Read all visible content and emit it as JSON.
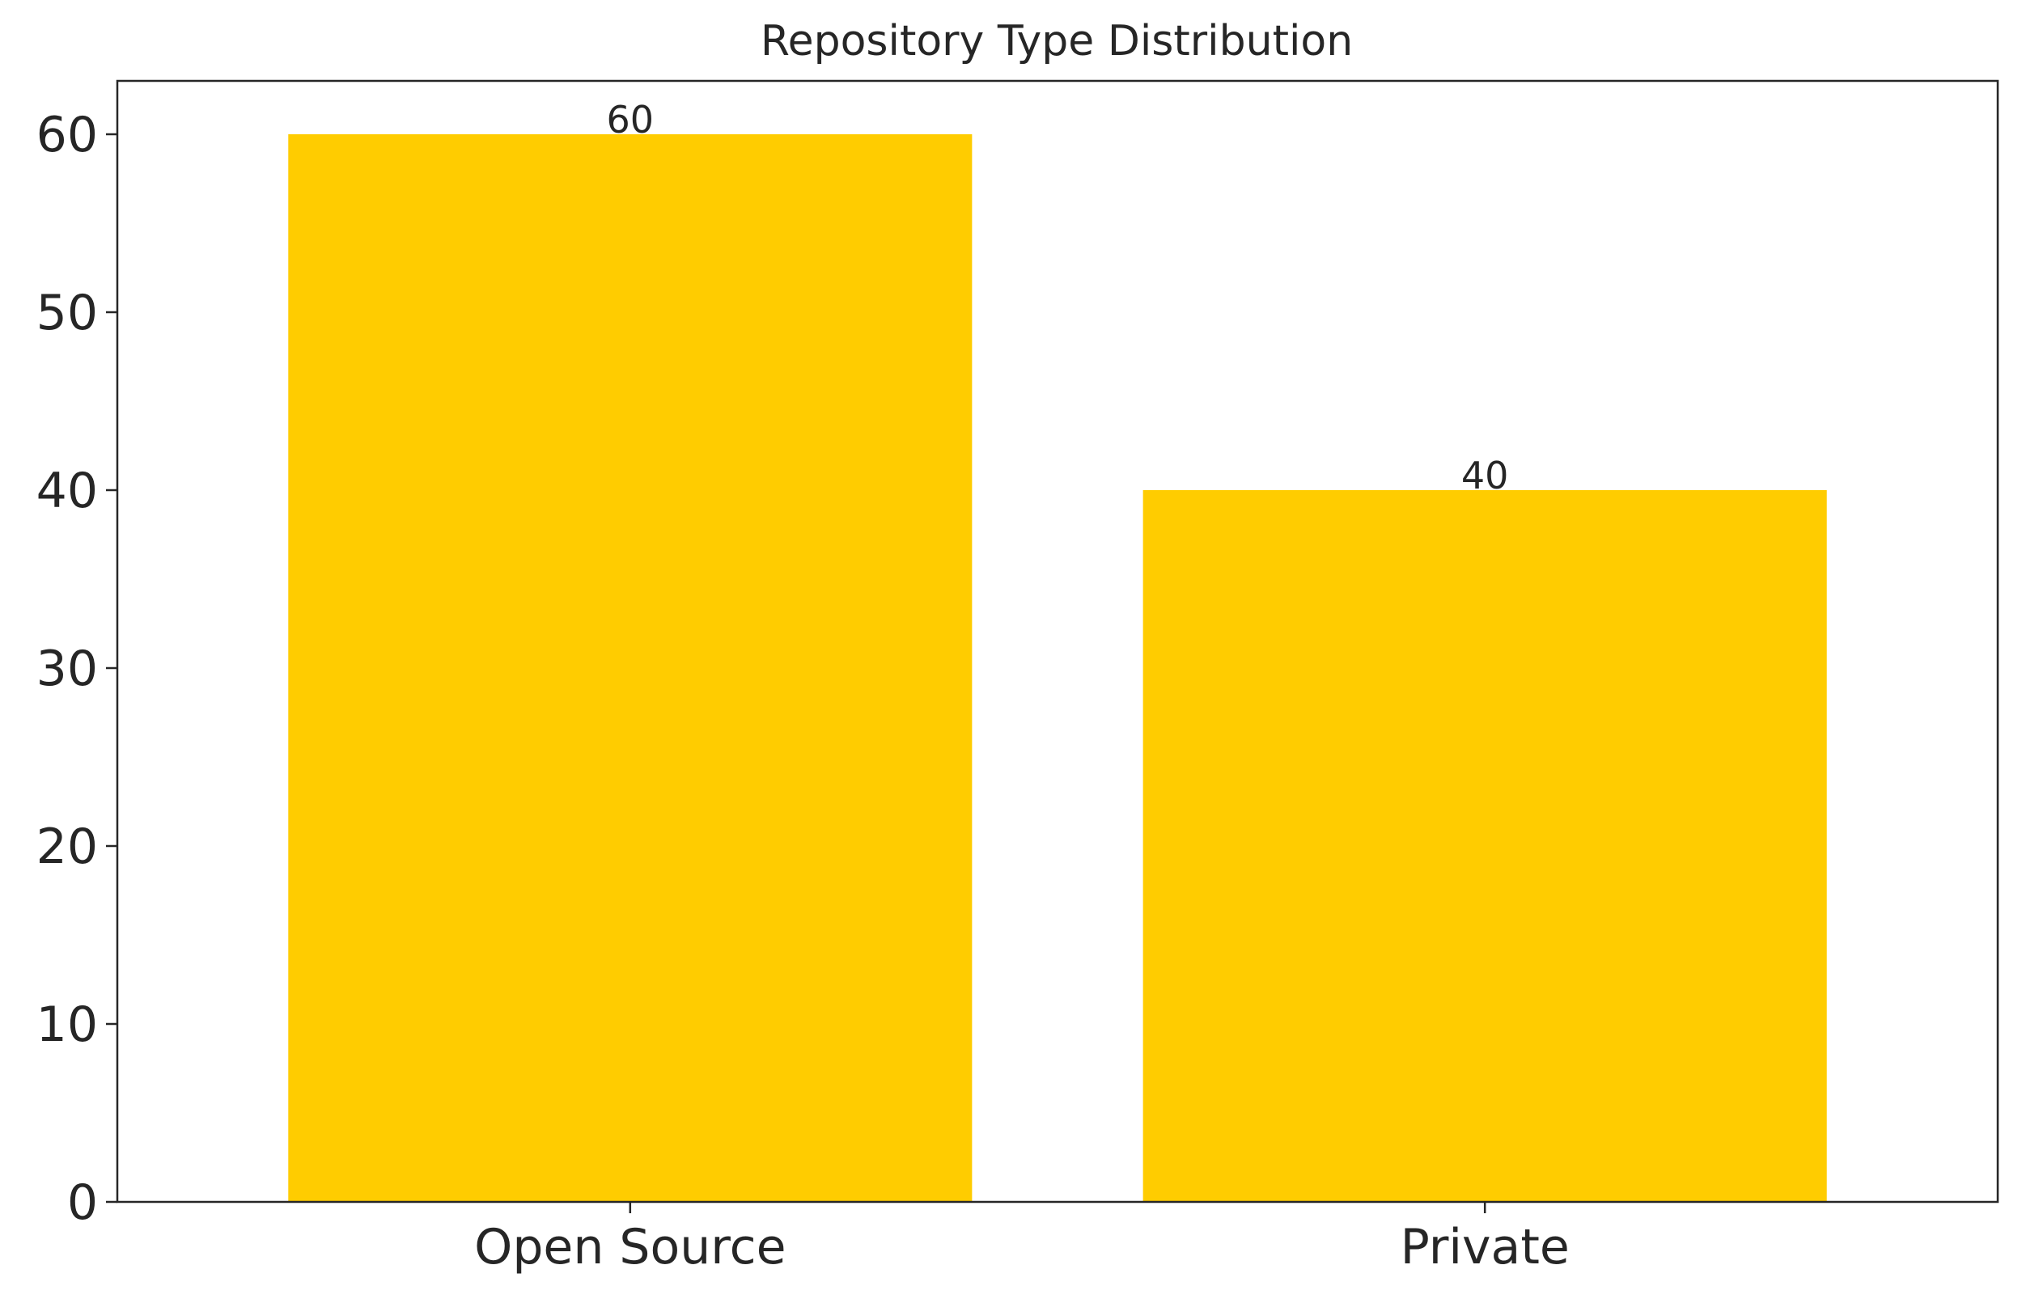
{
  "chart_data": {
    "type": "bar",
    "title": "Repository Type Distribution",
    "xlabel": "",
    "ylabel": "",
    "categories": [
      "Open Source",
      "Private"
    ],
    "values": [
      60,
      40
    ],
    "value_labels": [
      "60",
      "40"
    ],
    "ylim": [
      0,
      63
    ],
    "yticks": [
      0,
      10,
      20,
      30,
      40,
      50,
      60
    ],
    "ytick_labels": [
      "0",
      "10",
      "20",
      "30",
      "40",
      "50",
      "60"
    ],
    "grid": false,
    "legend": "none",
    "colors": {
      "bar": "#FFCC00",
      "text": "#262626",
      "axis": "#262626",
      "background": "#FFFFFF"
    }
  }
}
